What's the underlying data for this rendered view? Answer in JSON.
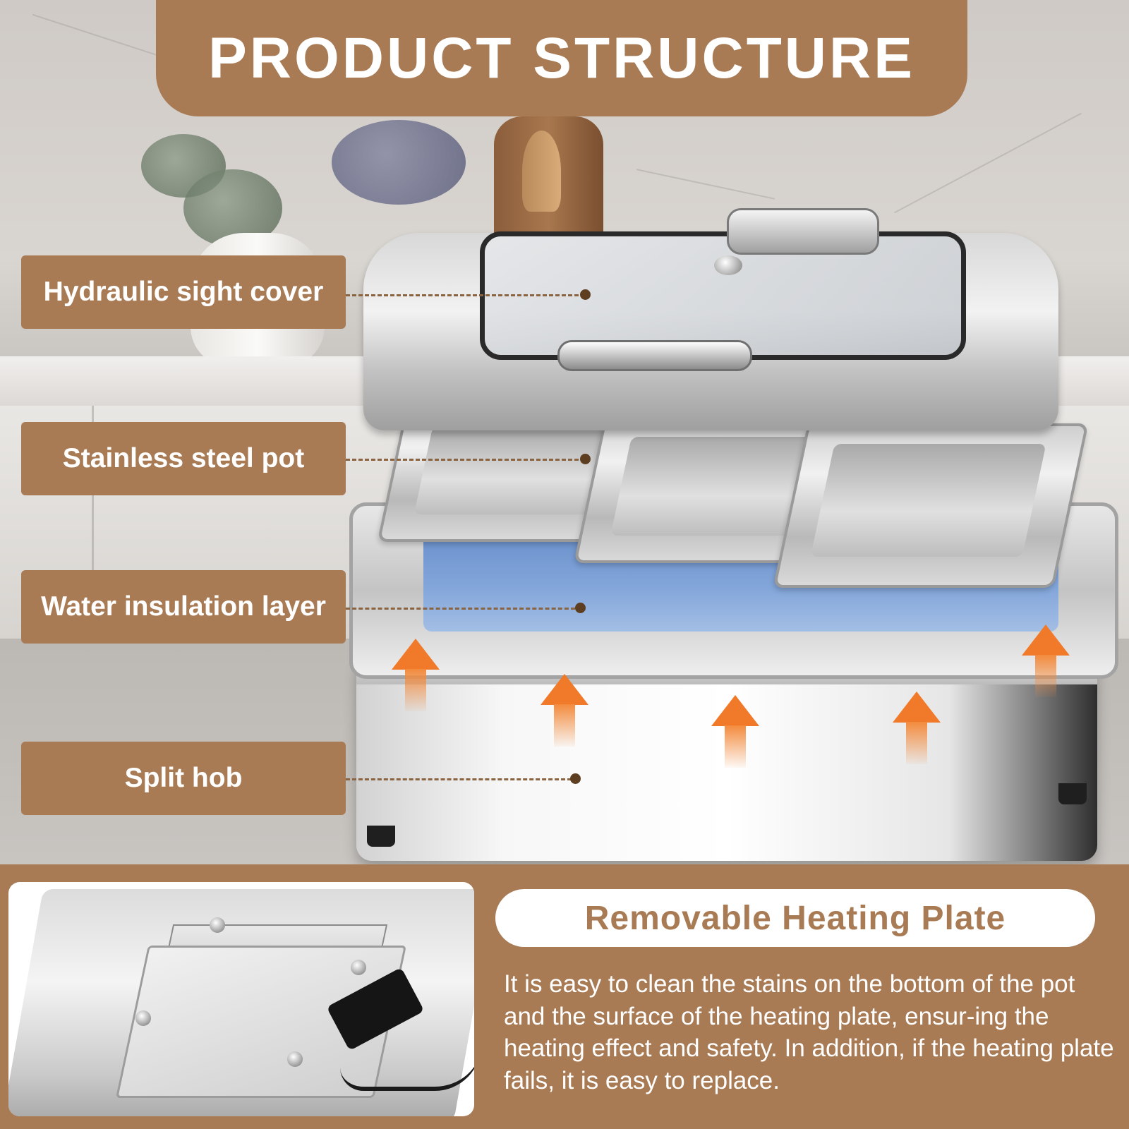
{
  "title": "PRODUCT STRUCTURE",
  "labels": {
    "cover": "Hydraulic sight cover",
    "pot": "Stainless steel pot",
    "water": "Water insulation layer",
    "hob": "Split hob"
  },
  "feature": {
    "title": "Removable Heating Plate",
    "description": "It is easy to clean the stains on the bottom of the pot and the surface of the heating plate, ensur-ing the heating effect and safety. In addition, if the heating plate fails, it is easy to replace."
  },
  "colors": {
    "brand_brown": "#a87b55",
    "white": "#ffffff",
    "water_blue": "#6f98d6",
    "heat_orange": "#f07a2a"
  }
}
